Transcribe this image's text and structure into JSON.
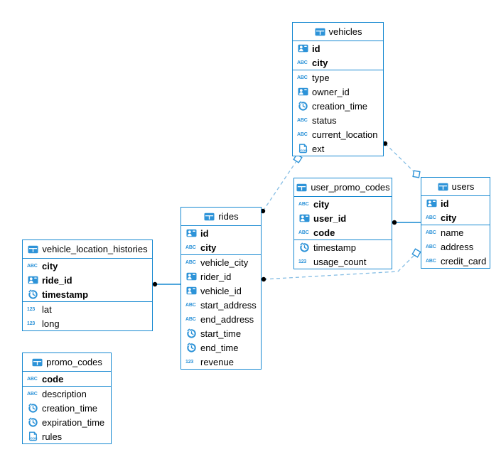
{
  "diagram": {
    "type": "entity-relationship-diagram",
    "background": "#ffffff",
    "colors": {
      "table_border": "#1588d1",
      "icon_fill": "#2d93d8",
      "connector_solid": "#1588d1",
      "connector_dashed": "#85bde4",
      "endpoint_dot": "#000000",
      "text": "#000000"
    },
    "icon_glyphs": {
      "abc": "ABC",
      "num": "123",
      "json": "JSON"
    },
    "tables": [
      {
        "name": "vehicles",
        "key_columns": [
          {
            "name": "id",
            "type": "id"
          },
          {
            "name": "city",
            "type": "string"
          }
        ],
        "columns": [
          {
            "name": "type",
            "type": "string"
          },
          {
            "name": "owner_id",
            "type": "id"
          },
          {
            "name": "creation_time",
            "type": "timestamp"
          },
          {
            "name": "status",
            "type": "string"
          },
          {
            "name": "current_location",
            "type": "string"
          },
          {
            "name": "ext",
            "type": "json"
          }
        ]
      },
      {
        "name": "user_promo_codes",
        "key_columns": [
          {
            "name": "city",
            "type": "string"
          },
          {
            "name": "user_id",
            "type": "id"
          },
          {
            "name": "code",
            "type": "string"
          }
        ],
        "columns": [
          {
            "name": "timestamp",
            "type": "timestamp"
          },
          {
            "name": "usage_count",
            "type": "number"
          }
        ]
      },
      {
        "name": "users",
        "key_columns": [
          {
            "name": "id",
            "type": "id"
          },
          {
            "name": "city",
            "type": "string"
          }
        ],
        "columns": [
          {
            "name": "name",
            "type": "string"
          },
          {
            "name": "address",
            "type": "string"
          },
          {
            "name": "credit_card",
            "type": "string"
          }
        ]
      },
      {
        "name": "rides",
        "key_columns": [
          {
            "name": "id",
            "type": "id"
          },
          {
            "name": "city",
            "type": "string"
          }
        ],
        "columns": [
          {
            "name": "vehicle_city",
            "type": "string"
          },
          {
            "name": "rider_id",
            "type": "id"
          },
          {
            "name": "vehicle_id",
            "type": "id"
          },
          {
            "name": "start_address",
            "type": "string"
          },
          {
            "name": "end_address",
            "type": "string"
          },
          {
            "name": "start_time",
            "type": "timestamp"
          },
          {
            "name": "end_time",
            "type": "timestamp"
          },
          {
            "name": "revenue",
            "type": "number"
          }
        ]
      },
      {
        "name": "vehicle_location_histories",
        "key_columns": [
          {
            "name": "city",
            "type": "string"
          },
          {
            "name": "ride_id",
            "type": "id"
          },
          {
            "name": "timestamp",
            "type": "timestamp"
          }
        ],
        "columns": [
          {
            "name": "lat",
            "type": "number"
          },
          {
            "name": "long",
            "type": "number"
          }
        ]
      },
      {
        "name": "promo_codes",
        "key_columns": [
          {
            "name": "code",
            "type": "string"
          }
        ],
        "columns": [
          {
            "name": "description",
            "type": "string"
          },
          {
            "name": "creation_time",
            "type": "timestamp"
          },
          {
            "name": "expiration_time",
            "type": "timestamp"
          },
          {
            "name": "rules",
            "type": "json"
          }
        ]
      }
    ],
    "connections": [
      {
        "from": "rides",
        "to": "vehicles",
        "style": "dashed",
        "from_marker": "dot",
        "to_marker": "diamond"
      },
      {
        "from": "vehicles",
        "to": "users",
        "style": "dashed",
        "from_marker": "dot",
        "to_marker": "diamond"
      },
      {
        "from": "rides",
        "to": "users",
        "style": "dashed",
        "from_marker": "dot",
        "to_marker": "diamond"
      },
      {
        "from": "vehicle_location_histories",
        "to": "rides",
        "style": "solid",
        "from_marker": "dot",
        "to_marker": "none"
      },
      {
        "from": "user_promo_codes",
        "to": "users",
        "style": "solid",
        "from_marker": "dot",
        "to_marker": "none"
      }
    ]
  }
}
